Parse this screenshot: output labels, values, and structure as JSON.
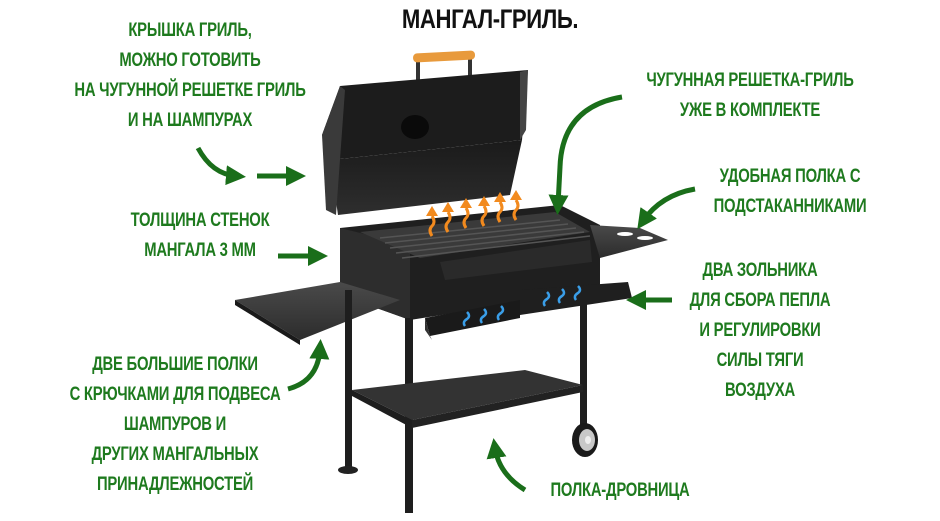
{
  "title": "МАНГАЛ-ГРИЛЬ.",
  "colors": {
    "label_green": "#1e7a1e",
    "arrow_green": "#1a6e1a",
    "grill_body": "#2a2a2a",
    "handle_wood": "#e89a3c",
    "heat_arrows": "#f28a1e",
    "air_arrows": "#3a9ee8"
  },
  "callouts": {
    "lid": {
      "lines": [
        "КРЫШКА ГРИЛЬ,",
        "МОЖНО ГОТОВИТЬ",
        "НА ЧУГУННОЙ РЕШЕТКЕ ГРИЛЬ",
        "И НА ШАМПУРАХ"
      ]
    },
    "grate": {
      "lines": [
        "ЧУГУННАЯ РЕШЕТКА-ГРИЛЬ",
        "УЖЕ В КОМПЛЕКТЕ"
      ]
    },
    "cup_shelf": {
      "lines": [
        "УДОБНАЯ ПОЛКА С",
        "ПОДСТАКАННИКАМИ"
      ]
    },
    "walls": {
      "lines": [
        "ТОЛЩИНА СТЕНОК",
        "МАНГАЛА 3 ММ"
      ]
    },
    "ash_trays": {
      "lines": [
        "ДВА ЗОЛЬНИКА",
        "ДЛЯ СБОРА ПЕПЛА",
        "И РЕГУЛИРОВКИ",
        "СИЛЫ ТЯГИ",
        "ВОЗДУХА"
      ]
    },
    "side_shelves": {
      "lines": [
        "ДВЕ БОЛЬШИЕ ПОЛКИ",
        "С КРЮЧКАМИ ДЛЯ ПОДВЕСА",
        "ШАМПУРОВ И",
        "ДРУГИХ МАНГАЛЬНЫХ",
        "ПРИНАДЛЕЖНОСТЕЙ"
      ]
    },
    "wood_shelf": {
      "lines": [
        "ПОЛКА-ДРОВНИЦА"
      ]
    }
  }
}
